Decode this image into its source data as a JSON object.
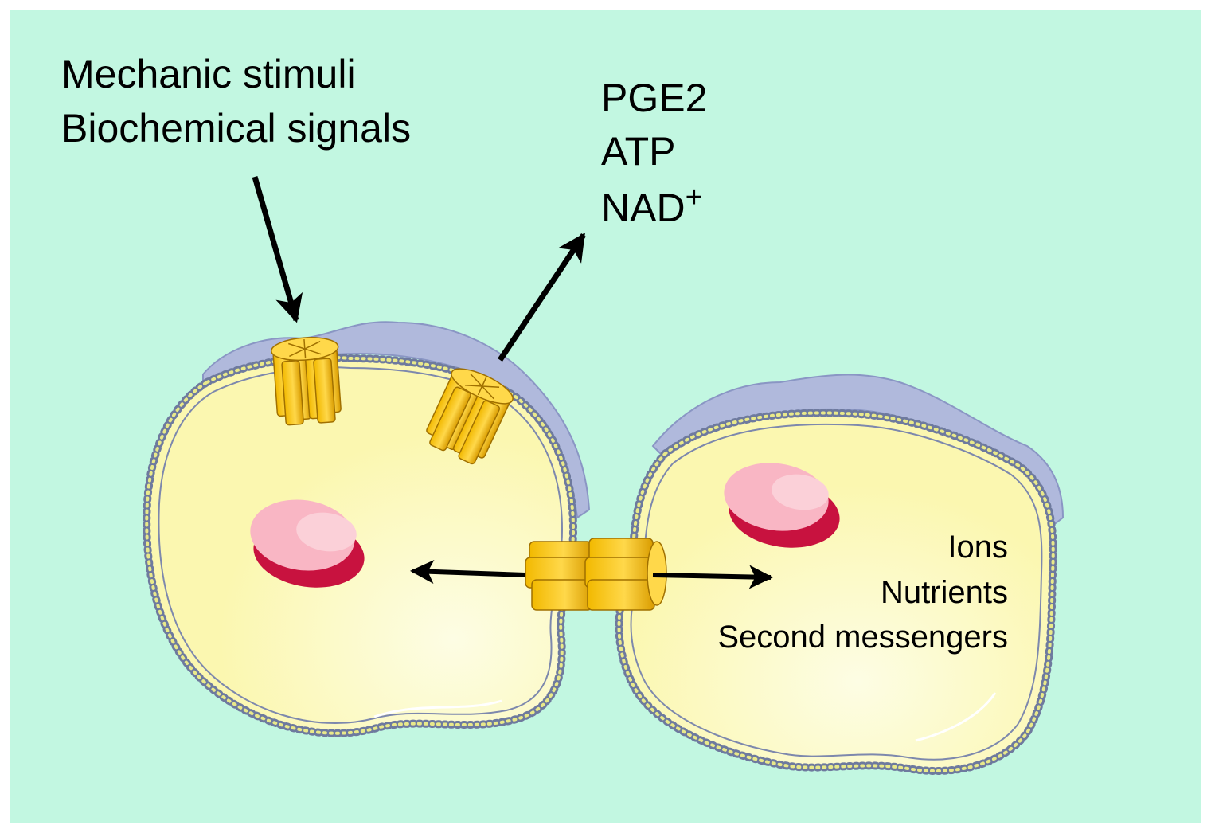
{
  "labels": {
    "stimuli_line1": "Mechanic stimuli",
    "stimuli_line2": "Biochemical signals",
    "released_line1": "PGE2",
    "released_line2": "ATP",
    "released_line3_base": "NAD",
    "released_line3_sup": "+",
    "transfer_line1": "Ions",
    "transfer_line2": "Nutrients",
    "transfer_line3": "Second messengers"
  },
  "colors": {
    "background": "#c2f7e1",
    "cytoplasm": "#fbf8b2",
    "cytoplasm_light": "#fdfde0",
    "membrane_top": "#b0b9dc",
    "membrane_line": "#6e7a9e",
    "membrane_bead": "#e9e98a",
    "channel": "#f6c61c",
    "channel_dark": "#c78f00",
    "nucleus_top": "#f9b6c4",
    "nucleus_highlight": "#fbd0d8",
    "nucleus_rim": "#c8123f",
    "arrow": "#000000"
  },
  "icons": {
    "channel": "connexin-hemichannel-icon",
    "gap_junction": "gap-junction-icon",
    "nucleus": "nucleus-icon"
  }
}
